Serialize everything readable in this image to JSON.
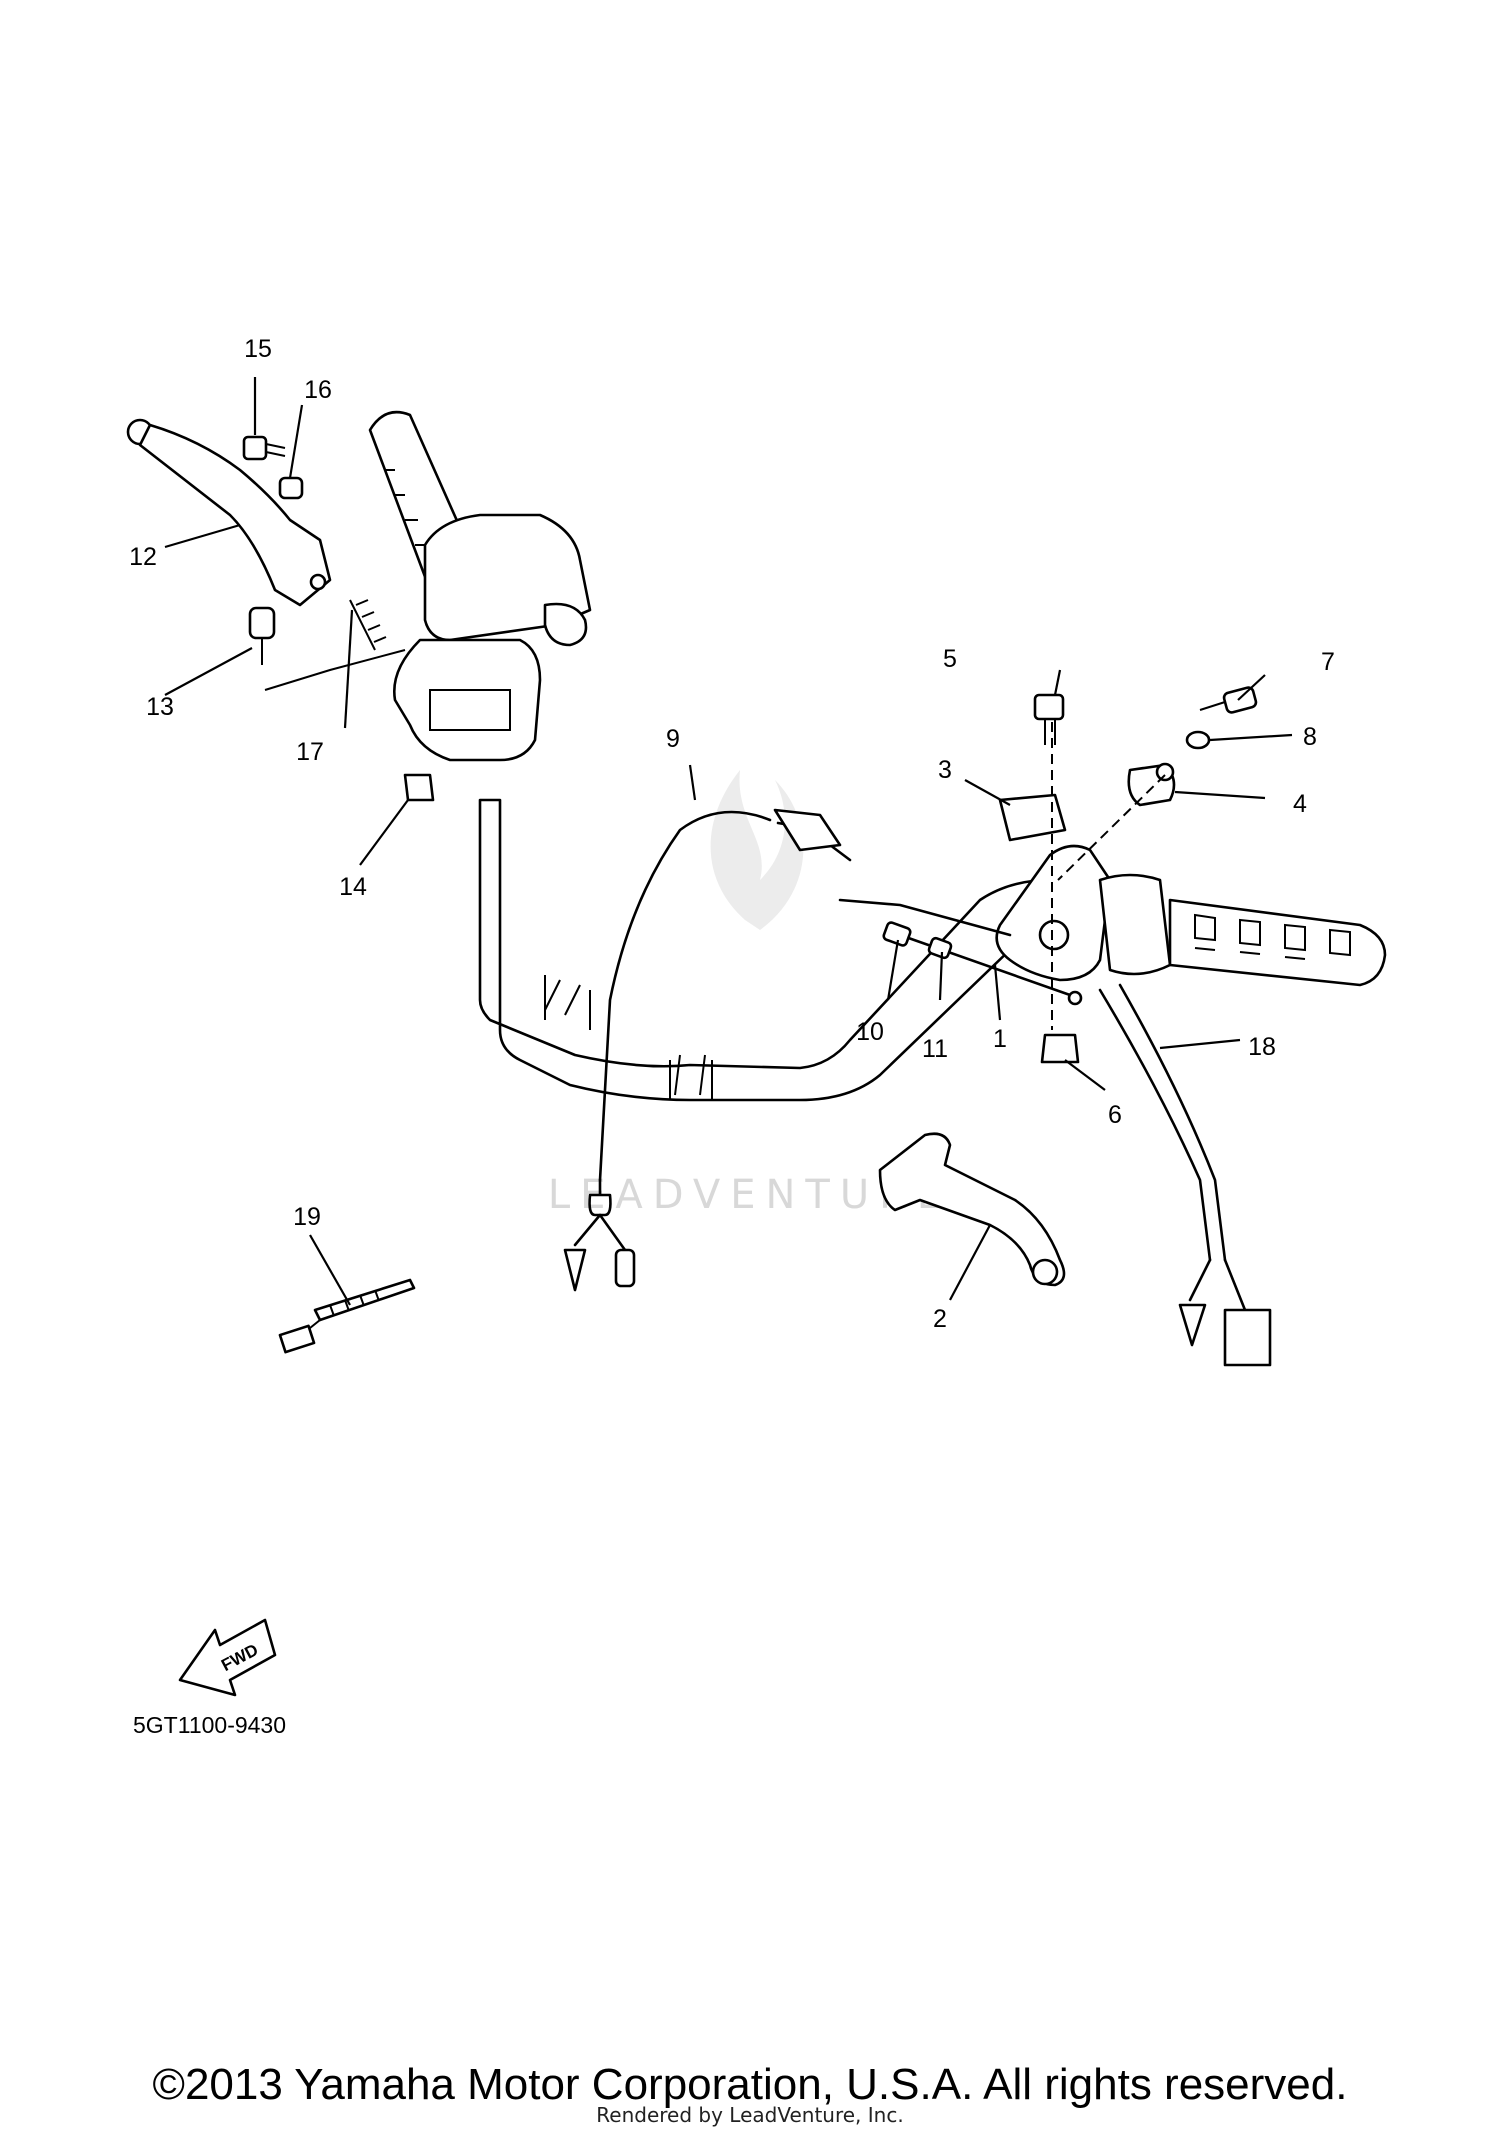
{
  "diagram": {
    "callouts": [
      {
        "num": "1"
      },
      {
        "num": "2"
      },
      {
        "num": "3"
      },
      {
        "num": "4"
      },
      {
        "num": "5"
      },
      {
        "num": "6"
      },
      {
        "num": "7"
      },
      {
        "num": "8"
      },
      {
        "num": "9"
      },
      {
        "num": "10"
      },
      {
        "num": "11"
      },
      {
        "num": "12"
      },
      {
        "num": "13"
      },
      {
        "num": "14"
      },
      {
        "num": "15"
      },
      {
        "num": "16"
      },
      {
        "num": "17"
      },
      {
        "num": "18"
      },
      {
        "num": "19"
      }
    ],
    "fwd_label": "FWD",
    "diagram_code": "5GT1100-9430",
    "watermark": "LEADVENTURE"
  },
  "footer": {
    "copyright": "©2013 Yamaha Motor Corporation, U.S.A. All rights reserved.",
    "rendered_by": "Rendered by LeadVenture, Inc."
  }
}
